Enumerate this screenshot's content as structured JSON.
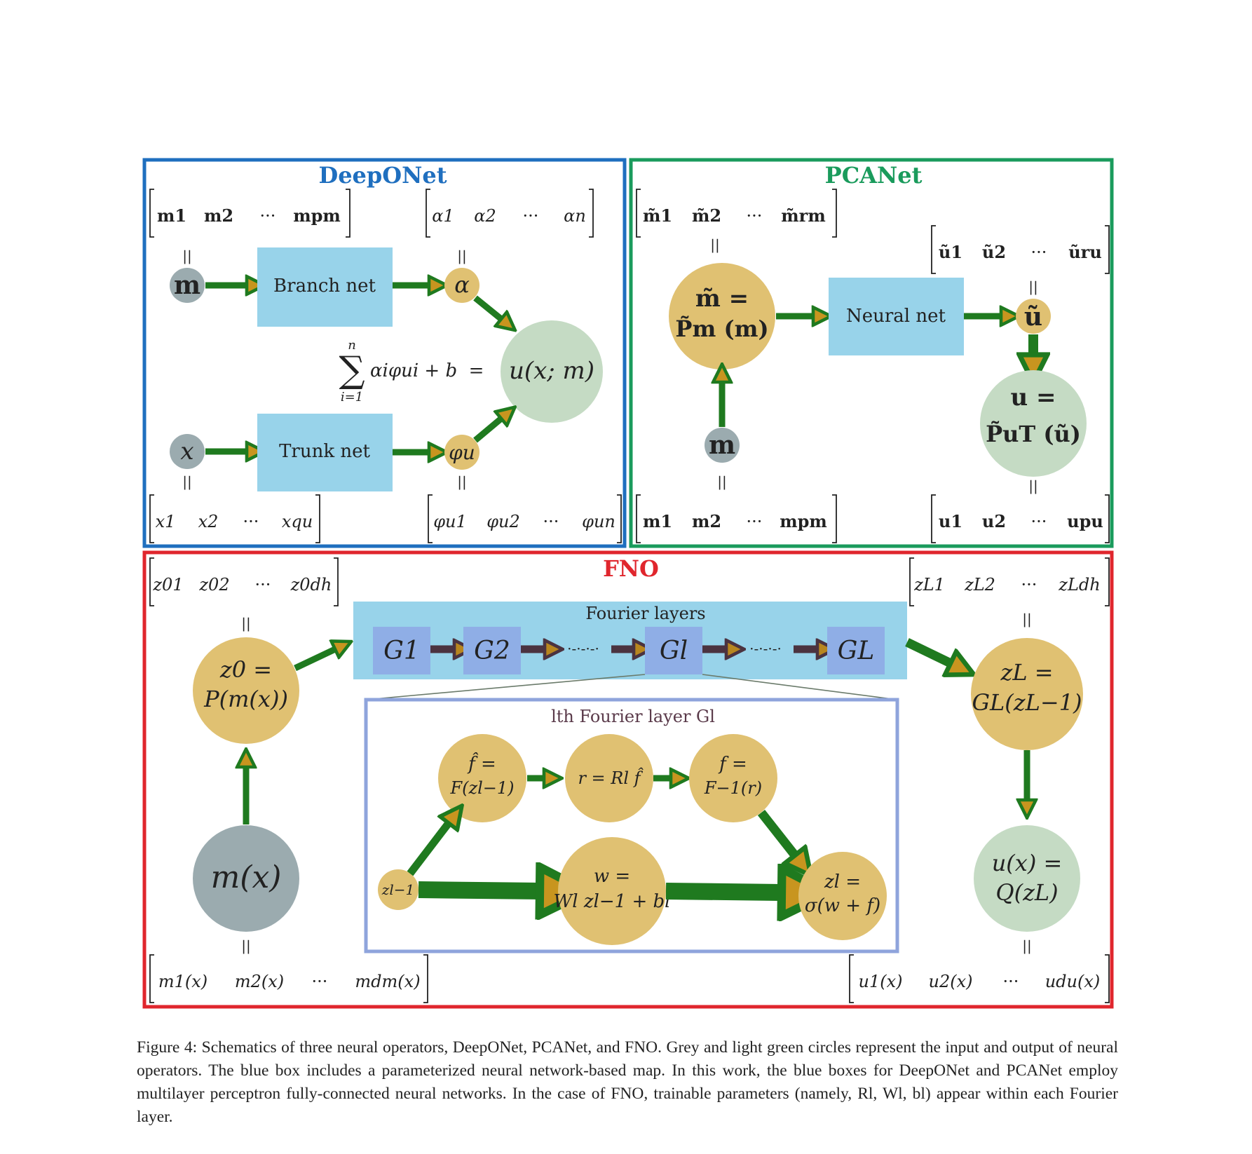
{
  "deeponet": {
    "title": "DeepONet",
    "m_vector": [
      "m1",
      "m2",
      "···",
      "mpm"
    ],
    "alpha_vector": [
      "α1",
      "α2",
      "···",
      "αn"
    ],
    "x_vector": [
      "x1",
      "x2",
      "···",
      "xqu"
    ],
    "phi_vector": [
      "φu1",
      "φu2",
      "···",
      "φun"
    ],
    "input_m": "m",
    "input_x": "x",
    "branch_net": "Branch net",
    "trunk_net": "Trunk net",
    "alpha_node": "α",
    "phi_node": "φu",
    "sum_upper": "n",
    "sum_symbol": "∑",
    "sum_lower": "i=1",
    "sum_expr": "αiφui + b  =",
    "output": "u(x; m)",
    "eq_sign": "||"
  },
  "pcanet": {
    "title": "PCANet",
    "m_tilde_vector": [
      "m̃1",
      "m̃2",
      "···",
      "m̃rm"
    ],
    "u_tilde_vector": [
      "ũ1",
      "ũ2",
      "···",
      "ũru"
    ],
    "m_vector": [
      "m1",
      "m2",
      "···",
      "mpm"
    ],
    "u_vector": [
      "u1",
      "u2",
      "···",
      "upu"
    ],
    "encode_line1": "m̃ =",
    "encode_line2": "P̃m (m)",
    "neural_net": "Neural net",
    "u_tilde_node": "ũ",
    "input_m": "m",
    "output_line1": "u =",
    "output_line2": "P̃uT (ũ)"
  },
  "fno": {
    "title": "FNO",
    "z0_vector": [
      "z01",
      "z02",
      "···",
      "z0dh"
    ],
    "zL_vector": [
      "zL1",
      "zL2",
      "···",
      "zLdh"
    ],
    "m_vector": [
      "m1(x)",
      "m2(x)",
      "···",
      "mdm(x)"
    ],
    "u_vector": [
      "u1(x)",
      "u2(x)",
      "···",
      "udu(x)"
    ],
    "lift_line1": "z0 =",
    "lift_line2": "P(m(x))",
    "input": "m(x)",
    "fourier_layers_label": "Fourier layers",
    "layers": [
      "G1",
      "G2",
      "Gl",
      "GL"
    ],
    "dashes": "·-·-·-·",
    "zL_line1": "zL =",
    "zL_line2": "GL(zL−1)",
    "out_line1": "u(x) =",
    "out_line2": "Q(zL)",
    "inner_title": "lth Fourier layer Gl",
    "fhat_line1": "f̂ =",
    "fhat_line2": "F(zl−1)",
    "r_node": "r = Rl f̂",
    "f_line1": "f =",
    "f_line2": "F−1(r)",
    "zl_minus": "zl−1",
    "w_line1": "w =",
    "w_line2": "Wl zl−1 + bl",
    "zl_line1": "zl =",
    "zl_line2": "σ(w + f)"
  },
  "caption": "Figure 4: Schematics of three neural operators, DeepONet, PCANet, and FNO. Grey and light green circles represent the input and output of neural operators. The blue box includes a parameterized neural network-based map. In this work, the blue boxes for DeepONet and PCANet employ multilayer perceptron fully-connected neural networks. In the case of FNO, trainable parameters (namely, Rl, Wl, bl) appear within each Fourier layer.",
  "colors": {
    "deeponet_frame": "#1f6fbf",
    "pcanet_frame": "#1a9b5c",
    "fno_frame": "#e0262d",
    "inner_frame": "#8fa4dc",
    "net_box": "#98d3ea",
    "layer_box": "#8faee6",
    "node_gold": "#e0c172",
    "node_grey": "#9babaf",
    "node_green": "#c5dbc4",
    "arrow": "#1f7a1f",
    "arrow_dark": "#4b3340"
  }
}
